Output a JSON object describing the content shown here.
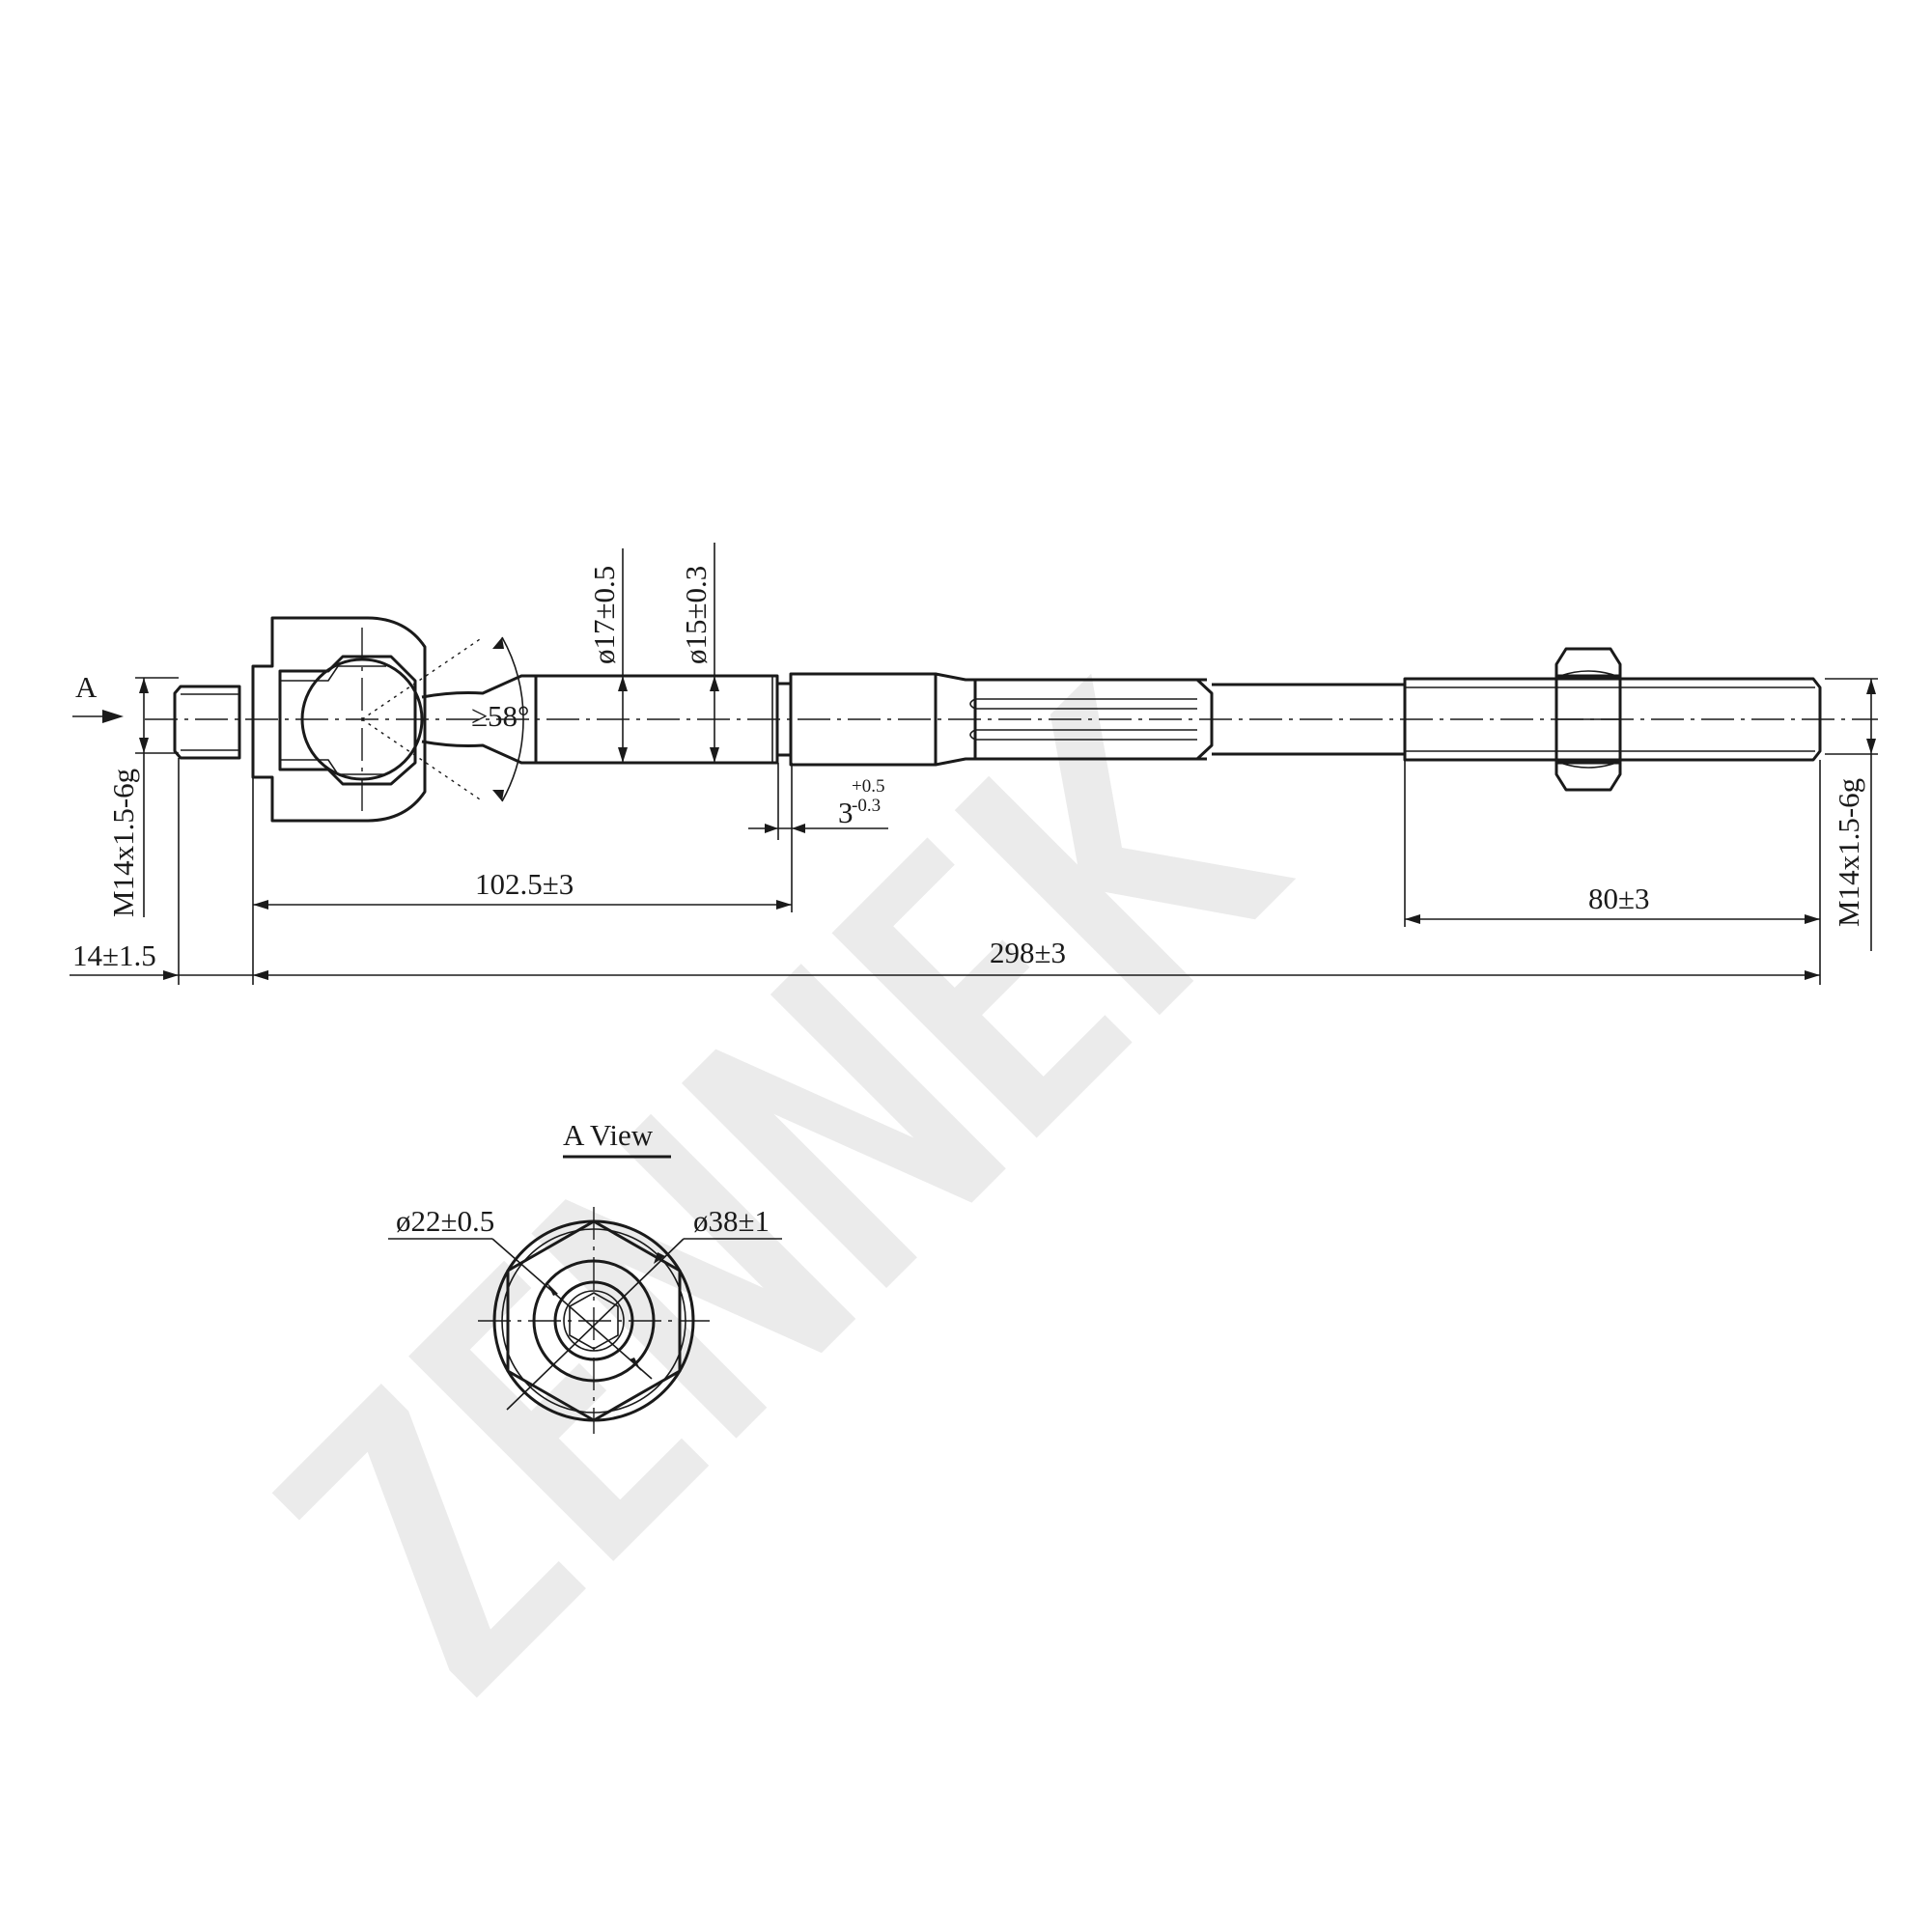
{
  "watermark": {
    "text": "ZENNEK",
    "color": "#ebebeb"
  },
  "main_view": {
    "view_arrow_label": "A",
    "thread_left": "M14x1.5-6g",
    "thread_right": "M14x1.5-6g",
    "angle": "≥58°",
    "diameter_17": "ø17±0.5",
    "diameter_15": "ø15±0.3",
    "groove_value": "3",
    "groove_upper_tol": "+0.5",
    "groove_lower_tol": "-0.3",
    "length_102": "102.5±3",
    "length_80": "80±3",
    "length_14": "14±1.5",
    "length_298": "298±3"
  },
  "a_view": {
    "title": "A View",
    "diameter_22": "ø22±0.5",
    "diameter_38": "ø38±1"
  }
}
